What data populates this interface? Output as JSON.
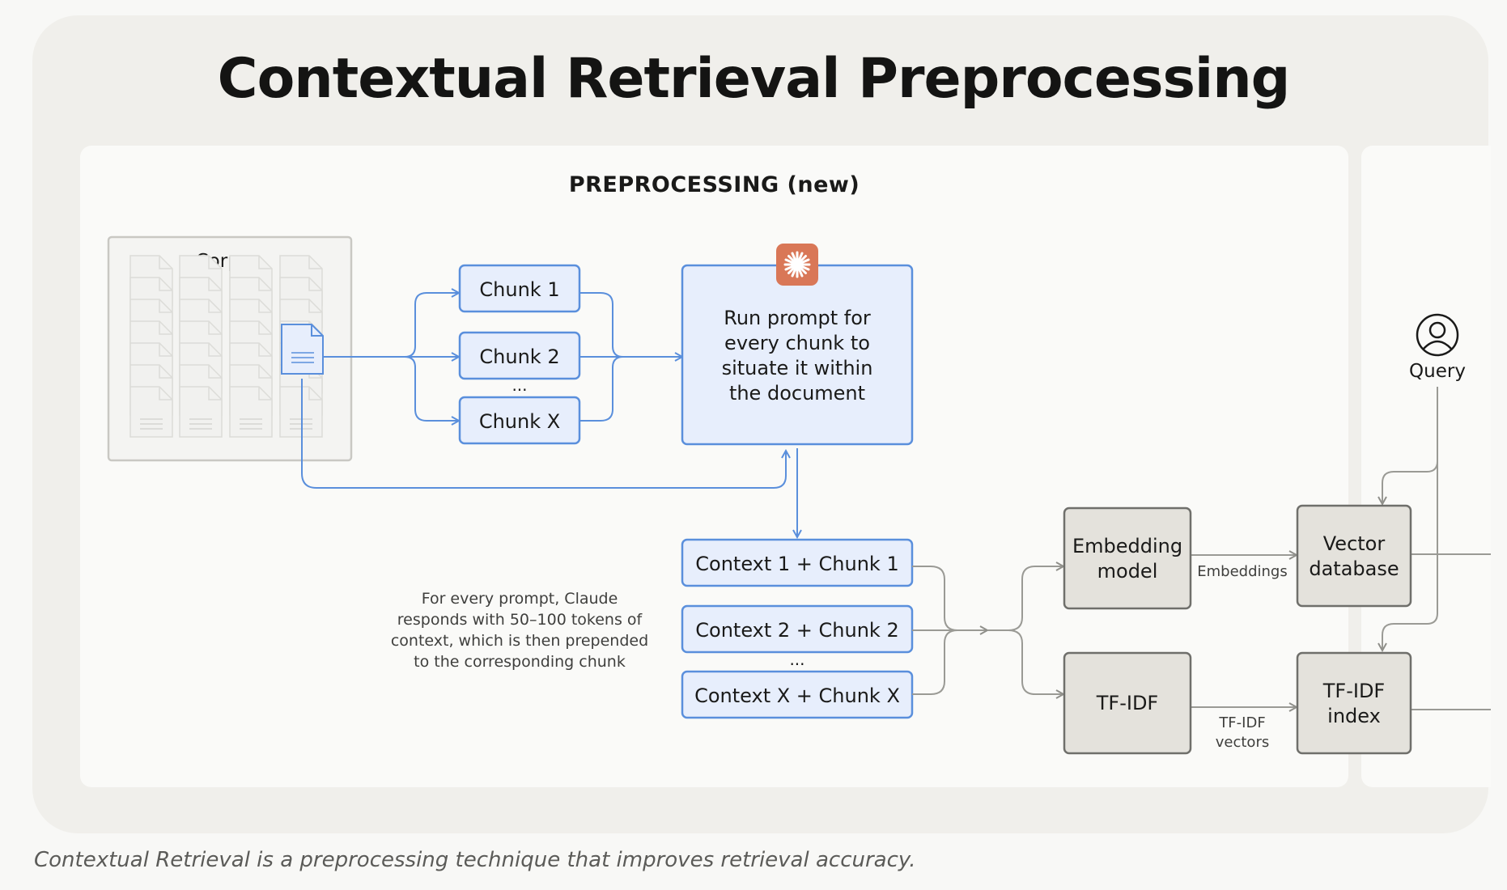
{
  "title": "Contextual Retrieval Preprocessing",
  "section_title": "PREPROCESSING (new)",
  "corpus_label": "Corpus",
  "chunks": [
    "Chunk 1",
    "Chunk 2",
    "Chunk X"
  ],
  "chunk_ellipsis": "...",
  "prompt_box": [
    "Run prompt for",
    "every chunk to",
    "situate it within",
    "the document"
  ],
  "contexts": [
    "Context 1 + Chunk 1",
    "Context 2 + Chunk 2",
    "Context X + Chunk X"
  ],
  "context_ellipsis": "...",
  "note": [
    "For every prompt, Claude",
    "responds with 50–100 tokens of",
    "context, which is then prepended",
    "to the corresponding chunk"
  ],
  "embedding_model": [
    "Embedding",
    "model"
  ],
  "tfidf": "TF-IDF",
  "vector_db": [
    "Vector",
    "database"
  ],
  "tfidf_index": [
    "TF-IDF",
    "index"
  ],
  "embeddings_label": "Embeddings",
  "tfidf_vectors_label": [
    "TF-IDF",
    "vectors"
  ],
  "query_label": "Query",
  "caption": "Contextual Retrieval is a preprocessing technique that improves retrieval accuracy.",
  "colors": {
    "blue_stroke": "#5a8fdc",
    "blue_fill": "#e7eefc",
    "gray_stroke": "#6f6f6b",
    "gray_fill": "#e4e2dc",
    "claude_orange": "#d97757"
  }
}
